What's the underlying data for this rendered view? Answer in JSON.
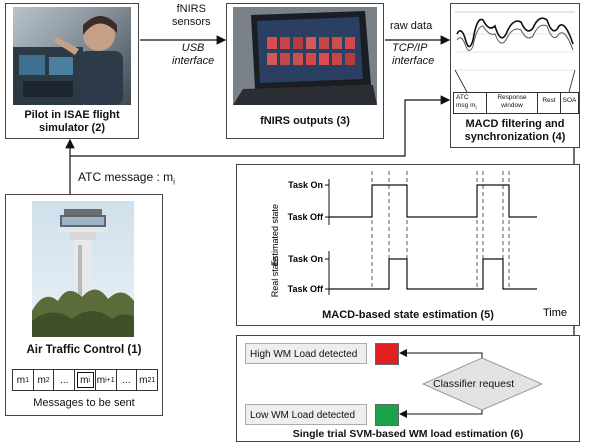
{
  "pilot_box": {
    "caption_line1": "Pilot in ISAE flight",
    "caption_line2": "simulator (2)"
  },
  "fnirs_sensors": {
    "line1": "fNIRS",
    "line2": "sensors",
    "line3": "USB",
    "line4": "interface"
  },
  "fnirs_box": {
    "caption": "fNIRS outputs (3)"
  },
  "raw_data": {
    "line1": "raw data",
    "line2": "TCP/IP",
    "line3": "interface"
  },
  "macd_box": {
    "caption_line1": "MACD filtering and",
    "caption_line2": "synchronization (4)",
    "segments": [
      "ATC msg m",
      "Response window",
      "Rest",
      "SOA"
    ],
    "segment_sub": "i",
    "response_line1": "Response",
    "response_line2": "window",
    "atc_line1": "ATC",
    "atc_line2": "msg m"
  },
  "atc_message": {
    "label": "ATC message : m",
    "sub": "i"
  },
  "state_box": {
    "caption": "MACD-based state estimation (5)",
    "estimated_label": "Estimated state",
    "real_label": "Real state",
    "task_on": "Task On",
    "task_off": "Task Off",
    "time_label": "Time"
  },
  "atc_box": {
    "caption": "Air Traffic Control (1)",
    "messages_label": "Messages to be sent",
    "messages": [
      {
        "base": "m",
        "sub": "1"
      },
      {
        "base": "m",
        "sub": "2"
      },
      {
        "base": "...",
        "sub": ""
      },
      {
        "base": "m",
        "sub": "i"
      },
      {
        "base": "m",
        "sub": "i+1"
      },
      {
        "base": "...",
        "sub": ""
      },
      {
        "base": "m",
        "sub": "21"
      }
    ]
  },
  "svm_box": {
    "caption": "Single trial SVM-based WM load estimation (6)",
    "high": "High WM Load detected",
    "low": "Low WM Load detected",
    "classifier": "Classifier request",
    "colors": {
      "high": "#e02020",
      "low": "#1aa34a"
    }
  }
}
